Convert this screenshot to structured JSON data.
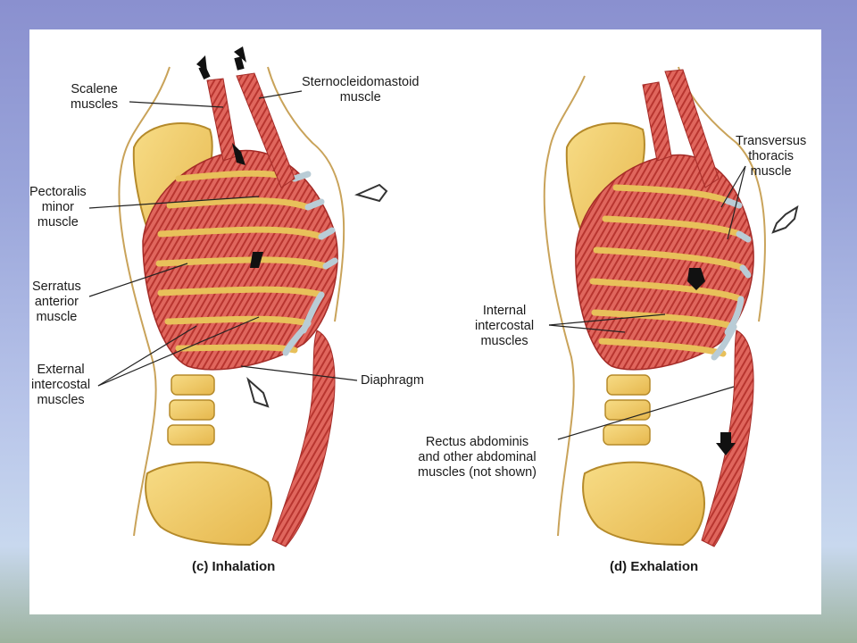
{
  "labels": {
    "scalene": "Scalene\nmuscles",
    "sternocleidomastoid": "Sternocleidomastoid\nmuscle",
    "pectoralis_minor": "Pectoralis\nminor\nmuscle",
    "serratus_anterior": "Serratus\nanterior\nmuscle",
    "external_intercostal": "External\nintercostal\nmuscles",
    "diaphragm": "Diaphragm",
    "transversus_thoracis": "Transversus\nthoracis\nmuscle",
    "internal_intercostal": "Internal\nintercostal\nmuscles",
    "rectus_abdominis": "Rectus abdominis\nand other abdominal\nmuscles (not shown)"
  },
  "captions": {
    "inhalation": "(c) Inhalation",
    "exhalation": "(d) Exhalation"
  },
  "colors": {
    "muscle": "#d9564e",
    "muscle_dark": "#b0302c",
    "bone": "#f2cf6e",
    "bone_outline": "#b58a2a",
    "cartilage": "#b9ccd6",
    "skin_outline": "#c9a35a"
  }
}
